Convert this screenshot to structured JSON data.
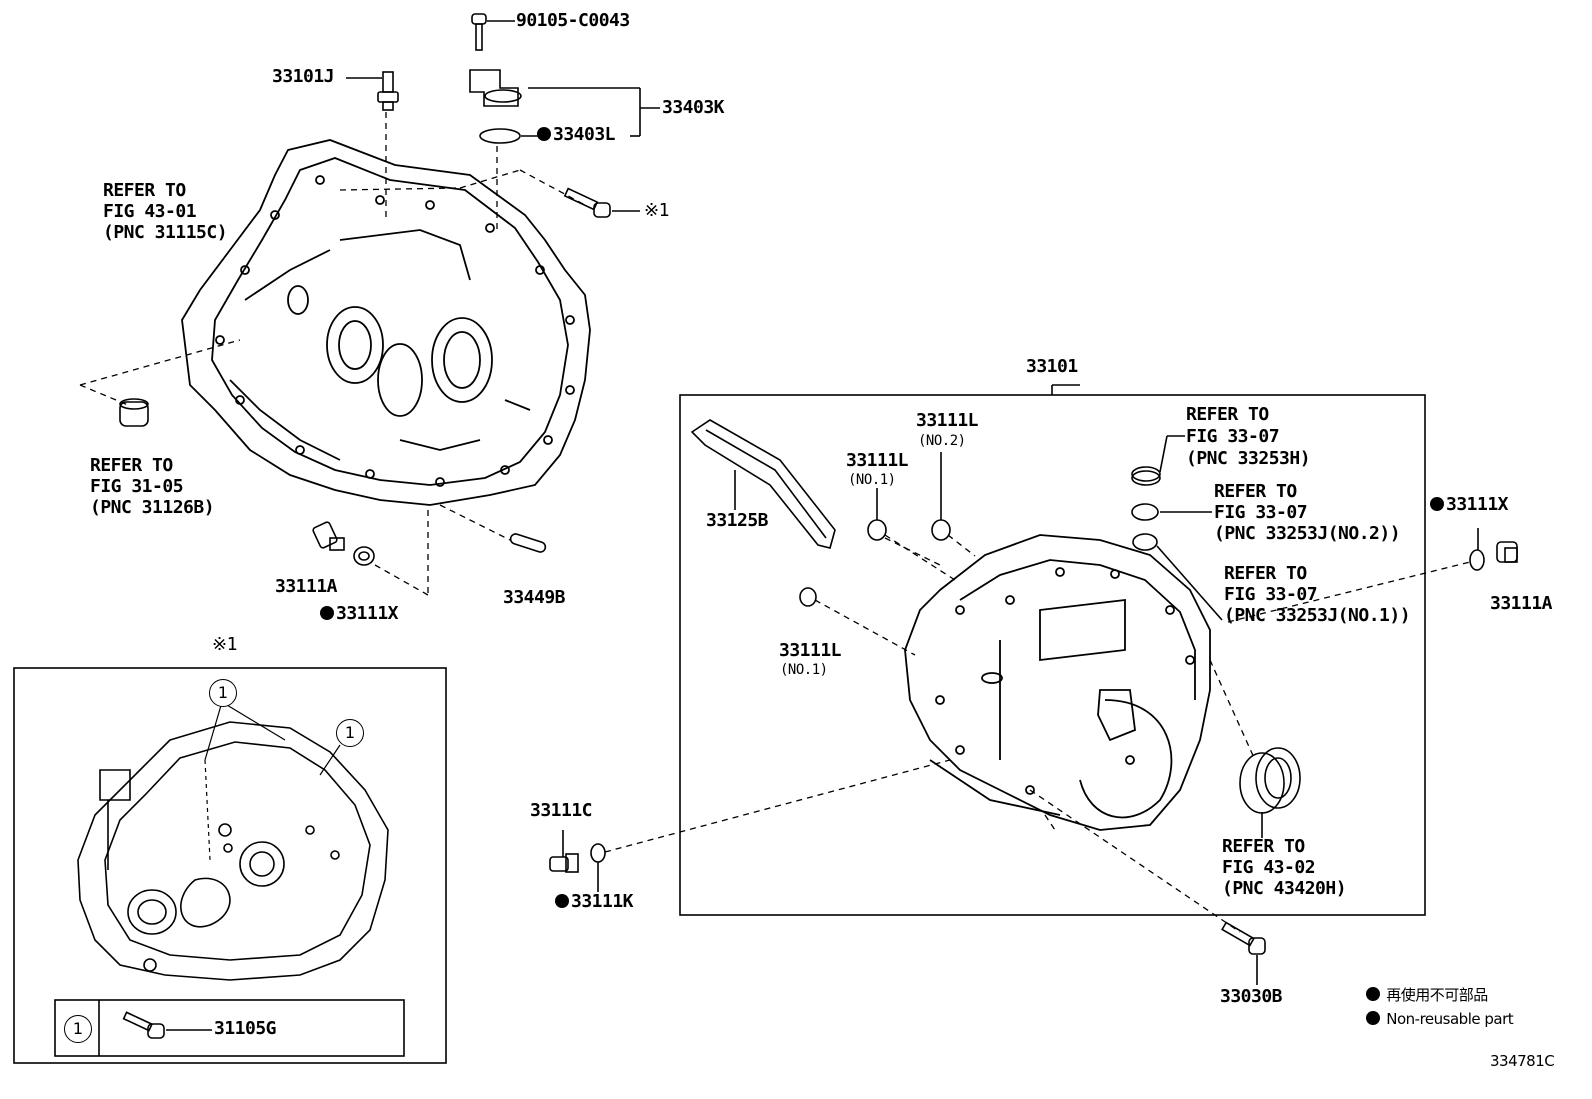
{
  "top_bolt": "90105-C0043",
  "p33101J": "33101J",
  "p33403K": "33403K",
  "p33403L": "33403L",
  "mark_x1": "※1",
  "refer1": {
    "l1": "REFER TO",
    "l2": "FIG 43-01",
    "l3": "(PNC 31115C)"
  },
  "refer2": {
    "l1": "REFER TO",
    "l2": "FIG 31-05",
    "l3": "(PNC 31126B)"
  },
  "p33111A_left": "33111A",
  "p33111X_left": "33111X",
  "p33449B": "33449B",
  "p33101": "33101",
  "p33125B": "33125B",
  "p33111L_top": "33111L",
  "no2_top": "(NO.2)",
  "p33111L_mid": "33111L",
  "no1_mid": "(NO.1)",
  "p33111L_low": "33111L",
  "no1_low": "(NO.1)",
  "refer3": {
    "l1": "REFER TO",
    "l2": "FIG 33-07",
    "l3": "(PNC 33253H)"
  },
  "refer4": {
    "l1": "REFER TO",
    "l2": "FIG 33-07",
    "l3": "(PNC 33253J(NO.2))"
  },
  "refer5": {
    "l1": "REFER TO",
    "l2": "FIG 33-07",
    "l3": "(PNC 33253J(NO.1))"
  },
  "p33111X_right": "33111X",
  "p33111A_right": "33111A",
  "refer6": {
    "l1": "REFER TO",
    "l2": "FIG 43-02",
    "l3": "(PNC 43420H)"
  },
  "p33111C": "33111C",
  "p33111K": "33111K",
  "p33030B": "33030B",
  "inset_mark": "※1",
  "inset_circle": "1",
  "inset_table_key": "1",
  "p31105G": "31105G",
  "legend": {
    "jp": "再使用不可部品",
    "en": "Non-reusable part"
  },
  "figure_code": "334781C"
}
